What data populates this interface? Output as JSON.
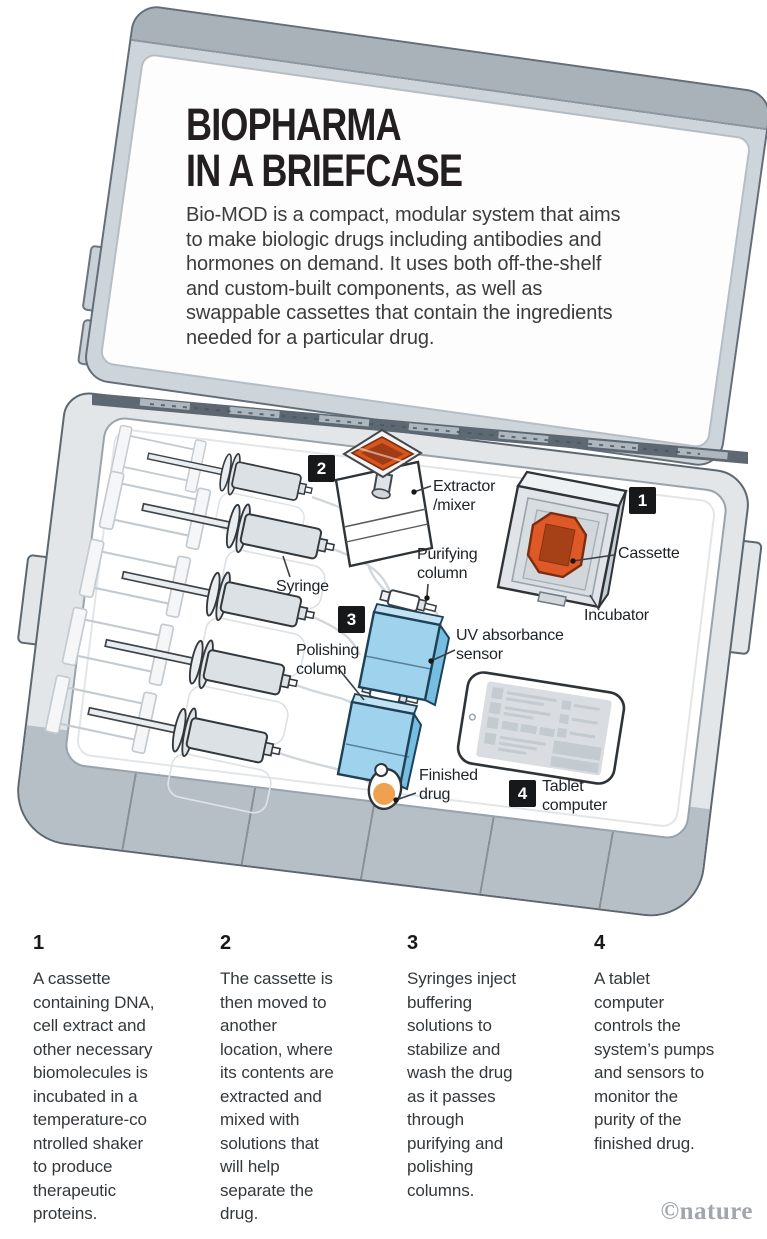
{
  "title": {
    "line1": "BIOPHARMA",
    "line2": "IN A BRIEFCASE"
  },
  "intro": "Bio-MOD is a compact, modular system that aims\nto make biologic drugs including antibodies and\nhormones on demand. It uses both off-the-shelf\nand custom-built components, as well as\nswappable cassettes that contain the ingredients\nneeded for a particular drug.",
  "diagram": {
    "badges": {
      "incubator": "1",
      "extractor": "2",
      "syringes": "3",
      "tablet": "4"
    },
    "labels": {
      "extractor": "Extractor\n/mixer",
      "purifying_column": "Purifying\ncolumn",
      "cassette": "Cassette",
      "incubator": "Incubator",
      "uv_sensor": "UV absorbance\nsensor",
      "syringe": "Syringe",
      "polishing_column": "Polishing\ncolumn",
      "finished_drug": "Finished\ndrug",
      "tablet": "Tablet\ncomputer"
    }
  },
  "steps": [
    {
      "num": "1",
      "text": "A cassette\ncontaining DNA,\ncell extract and\nother necessary\nbiomolecules is\nincubated in a\ntemperature-co\nntrolled shaker\nto produce\ntherapeutic\nproteins."
    },
    {
      "num": "2",
      "text": "The cassette is\nthen moved to\nanother\nlocation, where\nits contents are\nextracted and\nmixed with\nsolutions that\nwill help\nseparate the\ndrug."
    },
    {
      "num": "3",
      "text": "Syringes inject\nbuffering\nsolutions to\nstabilize and\nwash the drug\nas it passes\nthrough\npurifying and\npolishing\ncolumns."
    },
    {
      "num": "4",
      "text": "A tablet\ncomputer\ncontrols the\nsystem’s pumps\nand sensors to\nmonitor the\npurity of the\nfinished drug."
    }
  ],
  "credit": "©nature",
  "colors": {
    "accent_orange": "#d8571f",
    "accent_blue": "#9fd2ec",
    "case_gray": "#c9d0d6",
    "badge_black": "#17181a"
  }
}
